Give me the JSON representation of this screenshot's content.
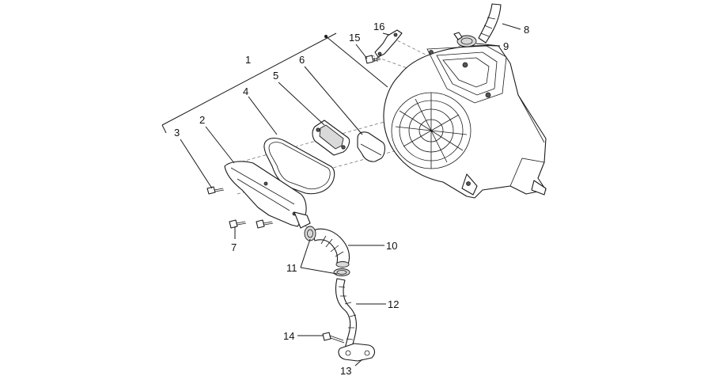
{
  "callouts": {
    "c1": "1",
    "c2": "2",
    "c3": "3",
    "c4": "4",
    "c5": "5",
    "c6": "6",
    "c7": "7",
    "c8": "8",
    "c9": "9",
    "c10": "10",
    "c11": "11",
    "c12": "12",
    "c13": "13",
    "c14": "14",
    "c15": "15",
    "c16": "16"
  },
  "colors": {
    "line": "#1a1a1a",
    "shade": "#d9d9d9",
    "background": "#ffffff"
  }
}
